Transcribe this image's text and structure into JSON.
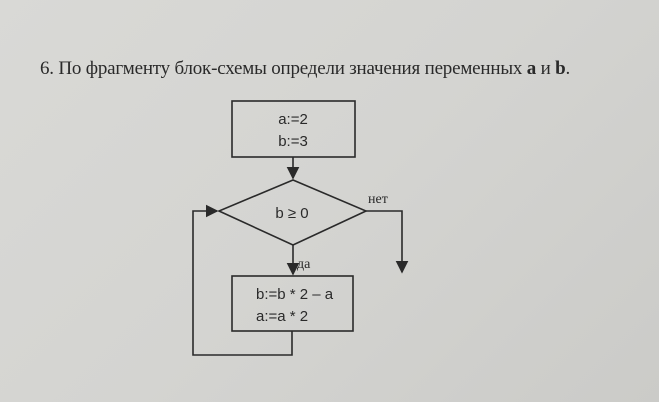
{
  "task": {
    "text": "6. По фрагменту блок-схемы определи  значения переменных ",
    "var_a": "a",
    "and": " и ",
    "var_b": "b",
    "end": "."
  },
  "flowchart": {
    "init_block": {
      "line1": "a:=2",
      "line2": "b:=3"
    },
    "condition": "b ≥ 0",
    "yes_label": "да",
    "no_label": "нет",
    "body_block": {
      "line1": "b:=b * 2 – a",
      "line2": "a:=a * 2"
    }
  }
}
